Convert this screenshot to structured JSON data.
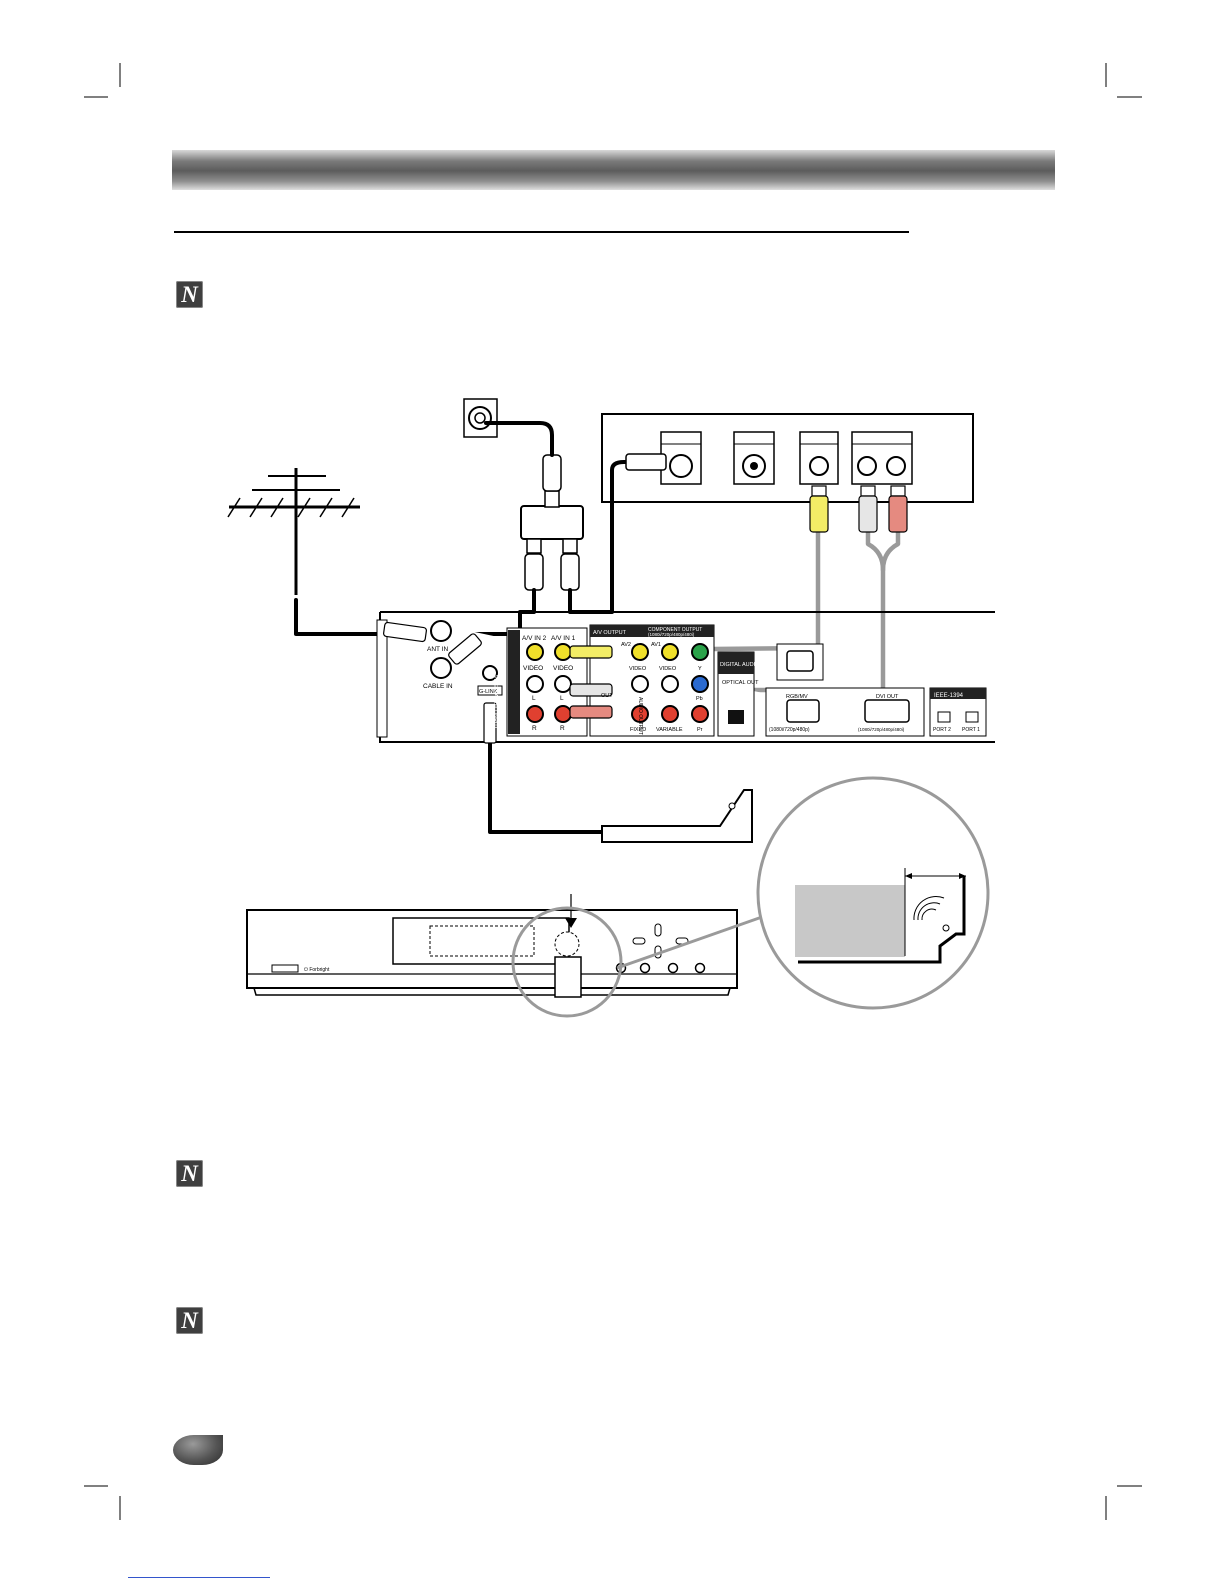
{
  "diagram": {
    "port_labels": {
      "ant_in": "ANT IN",
      "cable_in": "CABLE IN",
      "g_link": "G-LINK",
      "video_audio_input": "VIDEO/AUDIO INPUT",
      "av_in_2": "A/V IN 2",
      "av_in_1": "A/V IN 1",
      "video_in_2": "VIDEO",
      "video_in_1": "VIDEO",
      "l_in_2": "L",
      "l_in_1": "L",
      "r_in_2": "R",
      "r_in_1": "R",
      "av_output": "A/V OUTPUT",
      "av2_out": "AV2",
      "av1_out": "AV1",
      "video_out_2": "VIDEO",
      "video_out_1": "VIDEO",
      "out": "OUT",
      "audio_output": "AUDIO OUTPUT",
      "fixed": "FIXED",
      "variable": "VARIABLE",
      "component_output": "COMPONENT OUTPUT",
      "component_res": "(1080i/720p/480p/480i)",
      "y": "Y",
      "pb": "Pb",
      "pr": "Pr",
      "digital_audio": "DIGITAL AUDIO",
      "optical_out": "OPTICAL OUT",
      "rgb_mv": "RGB/MV",
      "rgb_res": "(1080i/720p/480p)",
      "dvi_out": "DVI OUT",
      "dvi_res": "(1080i/720p/480p/480i)",
      "ieee_1394": "IEEE-1394",
      "port_2": "PORT 2",
      "port_1": "PORT 1"
    }
  }
}
